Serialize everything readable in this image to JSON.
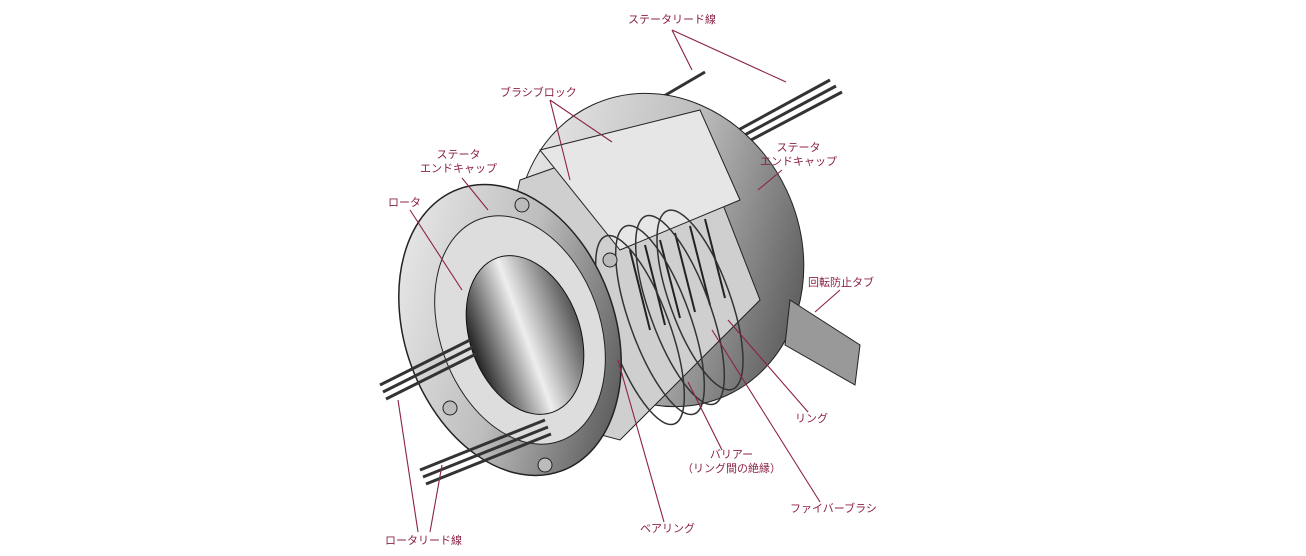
{
  "labels": {
    "stator_lead": "ステータリード線",
    "brush_block": "ブラシブロック",
    "stator_endcap_left": [
      "ステータ",
      "エンドキャップ"
    ],
    "rotor": "ロータ",
    "stator_endcap_right": [
      "ステータ",
      "エンドキャップ"
    ],
    "anti_rotation_tab": "回転防止タブ",
    "ring": "リング",
    "barrier": [
      "バリアー",
      "（リング間の絶縁）"
    ],
    "fiber_brush": "ファイバーブラシ",
    "bearing": "ベアリング",
    "rotor_lead": "ロータリード線"
  },
  "colors": {
    "label": "#8b2246"
  }
}
